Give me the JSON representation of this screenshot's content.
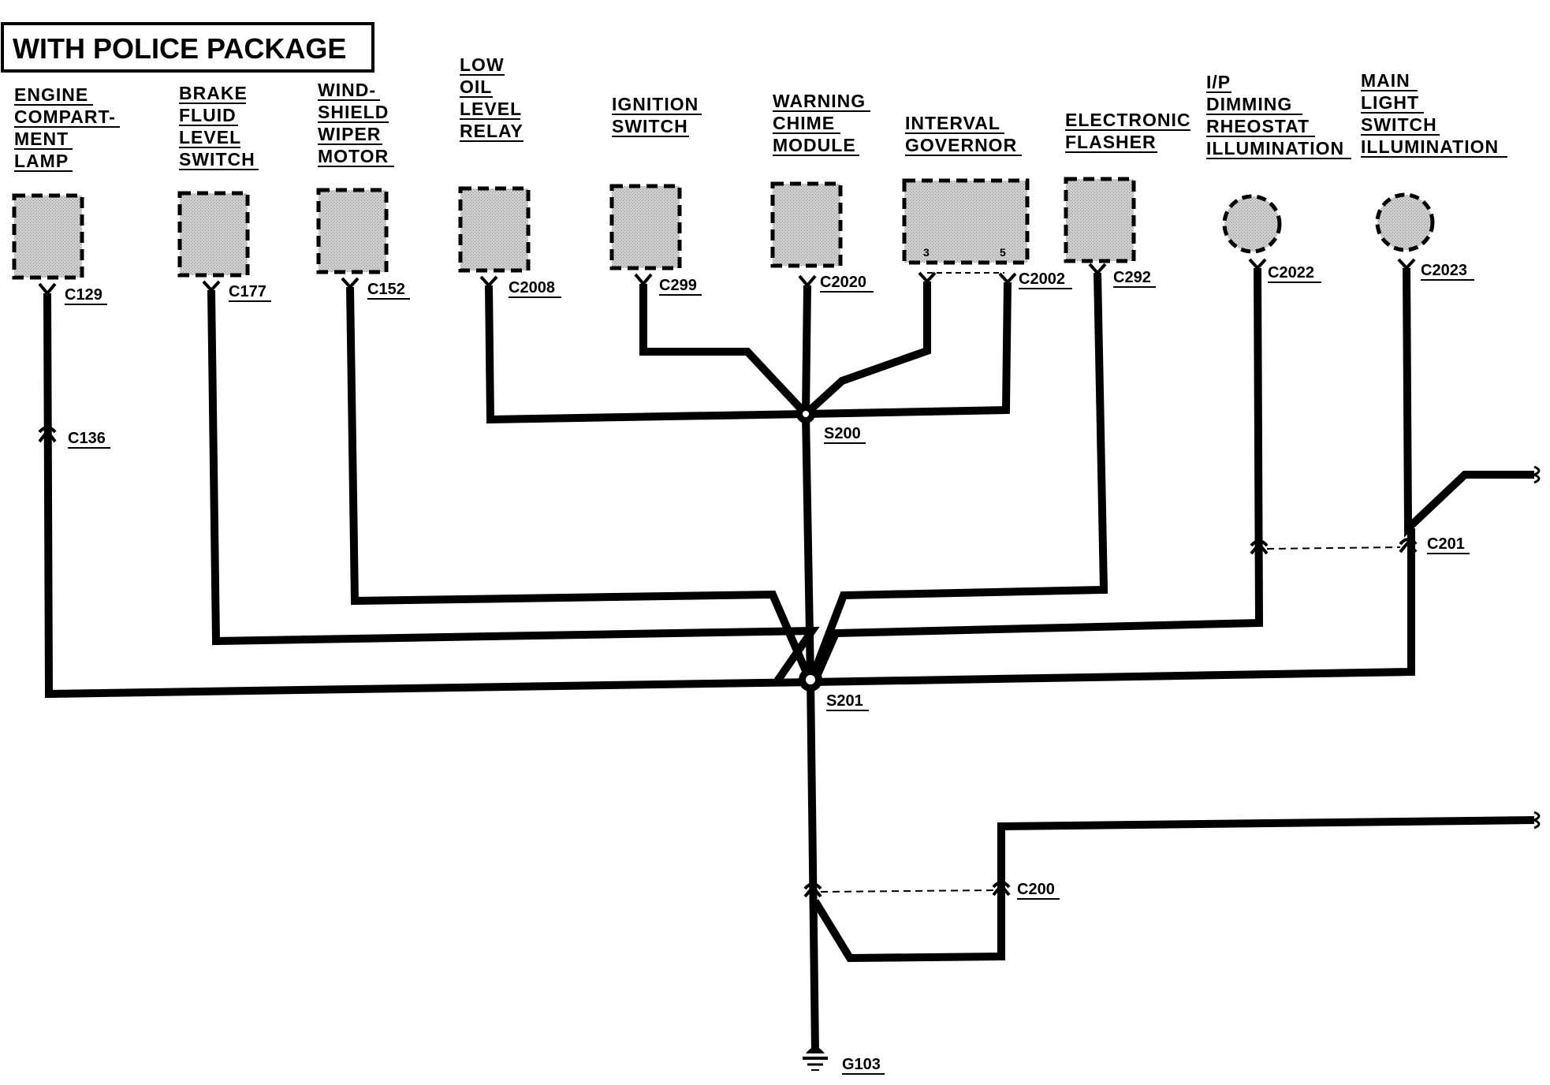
{
  "title": "WITH POLICE PACKAGE",
  "colors": {
    "wire": "#000000",
    "component_fill": "#d2d2d2",
    "background": "#ffffff"
  },
  "components": [
    {
      "id": "engine-compartment-lamp",
      "lines": [
        "ENGINE",
        "COMPART-",
        "MENT",
        "LAMP"
      ],
      "connector": "C129",
      "shape": "rect"
    },
    {
      "id": "brake-fluid-level-switch",
      "lines": [
        "BRAKE",
        "FLUID",
        "LEVEL",
        "SWITCH"
      ],
      "connector": "C177",
      "shape": "rect"
    },
    {
      "id": "windshield-wiper-motor",
      "lines": [
        "WIND-",
        "SHIELD",
        "WIPER",
        "MOTOR"
      ],
      "connector": "C152",
      "shape": "rect"
    },
    {
      "id": "low-oil-level-relay",
      "lines": [
        "LOW",
        "OIL",
        "LEVEL",
        "RELAY"
      ],
      "connector": "C2008",
      "shape": "rect"
    },
    {
      "id": "ignition-switch",
      "lines": [
        "IGNITION",
        "SWITCH"
      ],
      "connector": "C299",
      "shape": "rect"
    },
    {
      "id": "warning-chime-module",
      "lines": [
        "WARNING",
        "CHIME",
        "MODULE"
      ],
      "connector": "C2020",
      "shape": "rect"
    },
    {
      "id": "interval-governor",
      "lines": [
        "INTERVAL",
        "GOVERNOR"
      ],
      "connector": "C2002",
      "shape": "rect",
      "pins": [
        "3",
        "5"
      ]
    },
    {
      "id": "electronic-flasher",
      "lines": [
        "ELECTRONIC",
        "FLASHER"
      ],
      "connector": "C292",
      "shape": "rect"
    },
    {
      "id": "ip-dimming-rheostat-illumination",
      "lines": [
        "I/P",
        "DIMMING",
        "RHEOSTAT",
        "ILLUMINATION"
      ],
      "connector": "C2022",
      "shape": "circle"
    },
    {
      "id": "main-light-switch-illumination",
      "lines": [
        "MAIN",
        "LIGHT",
        "SWITCH",
        "ILLUMINATION"
      ],
      "connector": "C2023",
      "shape": "circle"
    }
  ],
  "inline_connectors": {
    "c136": "C136",
    "c201": "C201",
    "c200": "C200"
  },
  "splices": {
    "s200": "S200",
    "s201": "S201"
  },
  "ground": "G103"
}
